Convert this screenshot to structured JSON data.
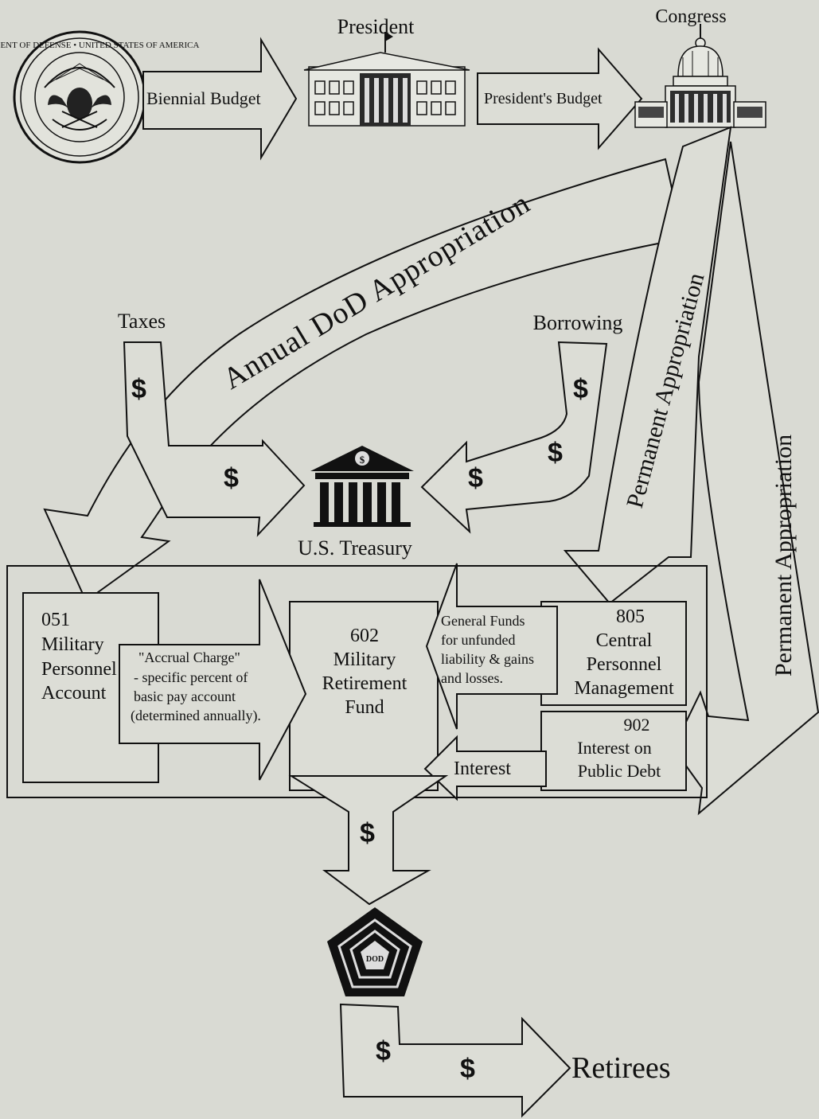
{
  "nodes": {
    "president": "President",
    "congress": "Congress",
    "taxes": "Taxes",
    "borrowing": "Borrowing",
    "treasury": "U.S. Treasury",
    "retirees": "Retirees",
    "pentagon_label": "DOD",
    "seal_ring": "DEPARTMENT OF DEFENSE • UNITED STATES OF AMERICA"
  },
  "flows": {
    "biennial_budget": "Biennial Budget",
    "presidents_budget": "President's Budget",
    "annual_dod": "Annual DoD Appropriation",
    "permanent_1": "Permanent Appropriation",
    "permanent_2": "Permanent Appropriation",
    "interest": "Interest",
    "dollar": "$"
  },
  "accounts": {
    "a051": {
      "num": "051",
      "l1": "Military",
      "l2": "Personnel",
      "l3": "Account"
    },
    "a602": {
      "num": "602",
      "l1": "Military",
      "l2": "Retirement",
      "l3": "Fund"
    },
    "a805": {
      "num": "805",
      "l1": "Central",
      "l2": "Personnel",
      "l3": "Management"
    },
    "a902": {
      "num": "902",
      "l1": "Interest on",
      "l2": "Public Debt"
    }
  },
  "accrual": {
    "l1": "\"Accrual Charge\"",
    "l2": "- specific percent of",
    "l3": "basic pay account",
    "l4": "(determined annually)."
  },
  "general_funds": {
    "l1": "General Funds",
    "l2": "for unfunded",
    "l3": "liability & gains",
    "l4": "and losses."
  }
}
